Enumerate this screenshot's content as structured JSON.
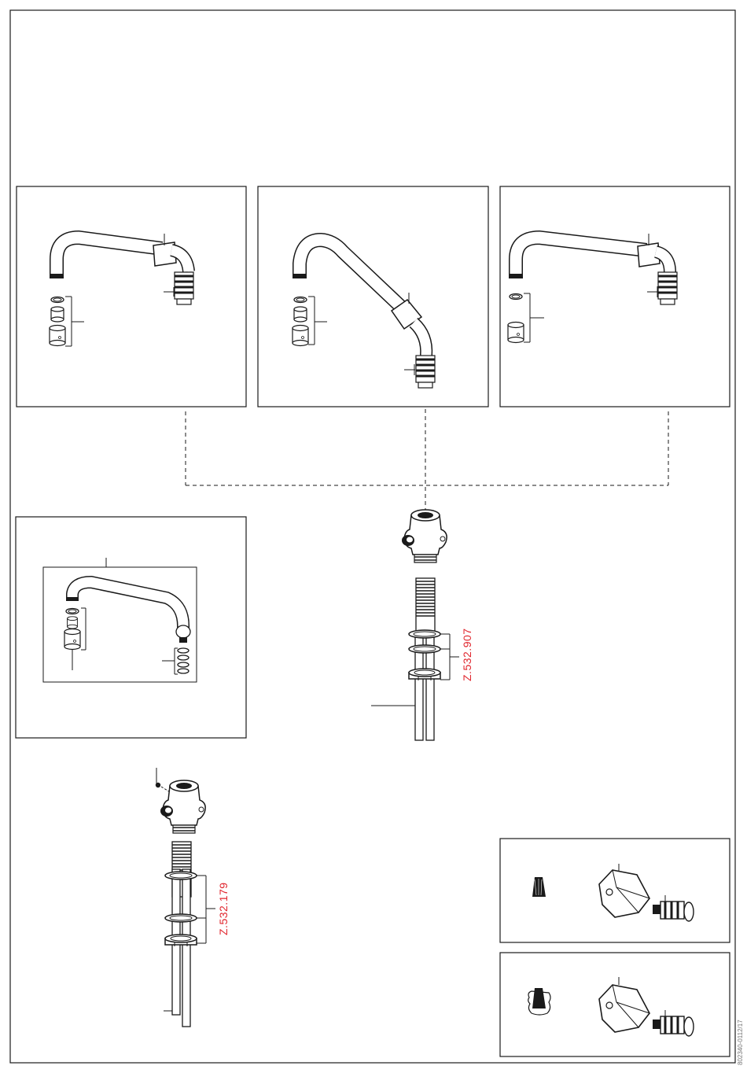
{
  "part_refs": {
    "washer_set_upper": "Z.532.907",
    "washer_set_lower": "Z.532.179"
  },
  "document_code": "802340-0112/17",
  "colors": {
    "line": "#1a1a1a",
    "reference_text": "#e0262e",
    "background": "#ffffff"
  }
}
